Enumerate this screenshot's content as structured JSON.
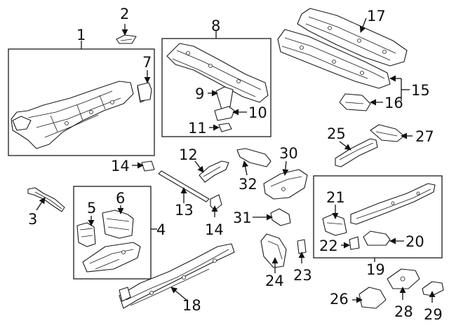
{
  "diagram": {
    "callouts": [
      {
        "id": "c1",
        "text": "1"
      },
      {
        "id": "c2",
        "text": "2"
      },
      {
        "id": "c3",
        "text": "3"
      },
      {
        "id": "c4",
        "text": "4"
      },
      {
        "id": "c5",
        "text": "5"
      },
      {
        "id": "c6",
        "text": "6"
      },
      {
        "id": "c7",
        "text": "7"
      },
      {
        "id": "c8",
        "text": "8"
      },
      {
        "id": "c9",
        "text": "9"
      },
      {
        "id": "c10",
        "text": "10"
      },
      {
        "id": "c11",
        "text": "11"
      },
      {
        "id": "c12",
        "text": "12"
      },
      {
        "id": "c13",
        "text": "13"
      },
      {
        "id": "c14a",
        "text": "14"
      },
      {
        "id": "c14b",
        "text": "14"
      },
      {
        "id": "c15",
        "text": "15"
      },
      {
        "id": "c16",
        "text": "16"
      },
      {
        "id": "c17",
        "text": "17"
      },
      {
        "id": "c18",
        "text": "18"
      },
      {
        "id": "c19",
        "text": "19"
      },
      {
        "id": "c20",
        "text": "20"
      },
      {
        "id": "c21",
        "text": "21"
      },
      {
        "id": "c22",
        "text": "22"
      },
      {
        "id": "c23",
        "text": "23"
      },
      {
        "id": "c24",
        "text": "24"
      },
      {
        "id": "c25",
        "text": "25"
      },
      {
        "id": "c26",
        "text": "26"
      },
      {
        "id": "c27",
        "text": "27"
      },
      {
        "id": "c28",
        "text": "28"
      },
      {
        "id": "c29",
        "text": "29"
      },
      {
        "id": "c30",
        "text": "30"
      },
      {
        "id": "c31",
        "text": "31"
      },
      {
        "id": "c32",
        "text": "32"
      }
    ]
  }
}
